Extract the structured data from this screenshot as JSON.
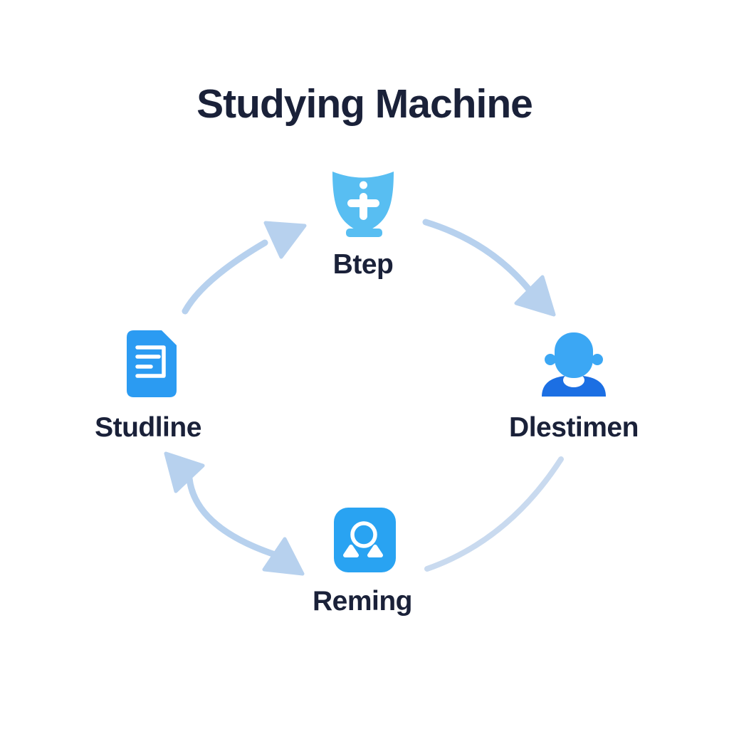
{
  "title": "Studying Machine",
  "diagram": {
    "type": "cycle",
    "nodes": [
      {
        "id": "top",
        "label": "Btep",
        "icon": "shield-plus-icon",
        "position": "top"
      },
      {
        "id": "right",
        "label": "Dlestimen",
        "icon": "person-icon",
        "position": "right"
      },
      {
        "id": "bottom",
        "label": "Reming",
        "icon": "user-badge-icon",
        "position": "bottom"
      },
      {
        "id": "left",
        "label": "Studline",
        "icon": "document-icon",
        "position": "left"
      }
    ],
    "arrows": [
      {
        "from": "left",
        "to": "top",
        "heads": [
          "end"
        ]
      },
      {
        "from": "top",
        "to": "right",
        "heads": [
          "end"
        ]
      },
      {
        "from": "right",
        "to": "bottom",
        "heads": []
      },
      {
        "from": "bottom",
        "to": "left",
        "heads": [
          "start",
          "end"
        ]
      }
    ]
  },
  "colors": {
    "background": "#ffffff",
    "text": "#1a2139",
    "shield_blue": "#58bef2",
    "document_blue": "#2b9bf2",
    "badge_blue": "#29a3f2",
    "person_head_blue": "#3ba7f4",
    "person_body_blue": "#1c6fe3",
    "arrow_blue": "#b7d1ee",
    "arrow_blue_light": "#c9daef"
  }
}
